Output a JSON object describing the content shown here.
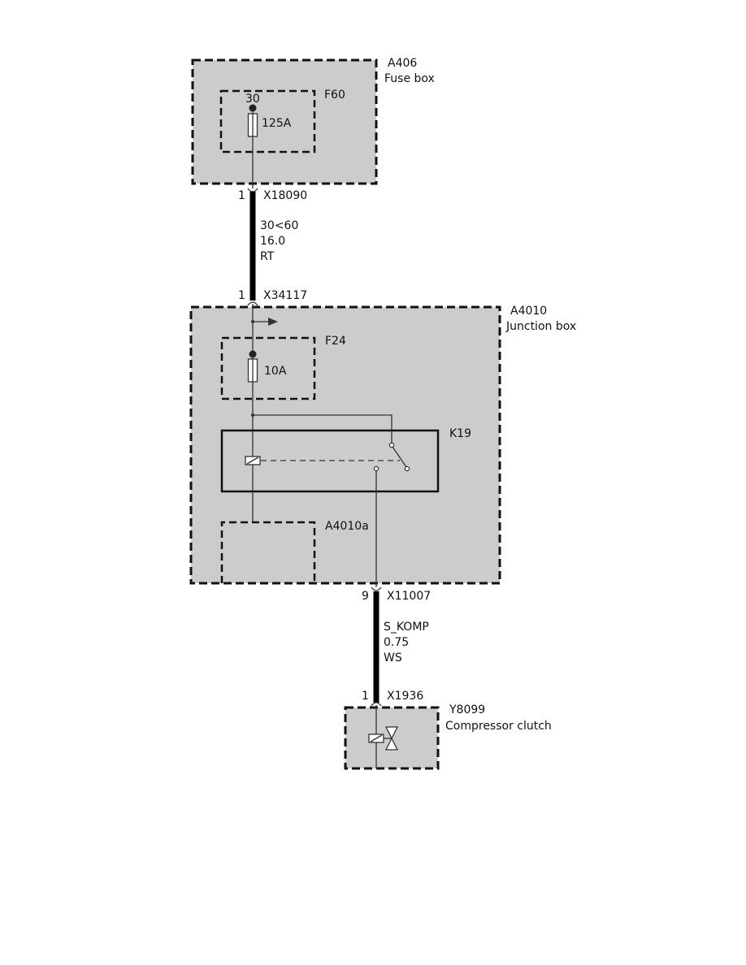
{
  "components": {
    "fuse_box": {
      "id": "A406",
      "name": "Fuse box"
    },
    "fuse_f60": {
      "id": "F60",
      "terminal": "30",
      "rating": "125A"
    },
    "junction_box": {
      "id": "A4010",
      "name": "Junction box"
    },
    "fuse_f24": {
      "id": "F24",
      "rating": "10A"
    },
    "relay_k19": {
      "id": "K19"
    },
    "module_a4010a": {
      "id": "A4010a"
    },
    "compressor": {
      "id": "Y8099",
      "name": "Compressor clutch"
    }
  },
  "connectors": {
    "x18090": {
      "pin": "1",
      "id": "X18090"
    },
    "x34117": {
      "pin": "1",
      "id": "X34117"
    },
    "x11007": {
      "pin": "9",
      "id": "X11007"
    },
    "x1936": {
      "pin": "1",
      "id": "X1936"
    }
  },
  "wires": {
    "w1": {
      "circuit": "30<60",
      "size": "16.0",
      "color": "RT"
    },
    "w2": {
      "circuit": "S_KOMP",
      "size": "0.75",
      "color": "WS"
    }
  }
}
